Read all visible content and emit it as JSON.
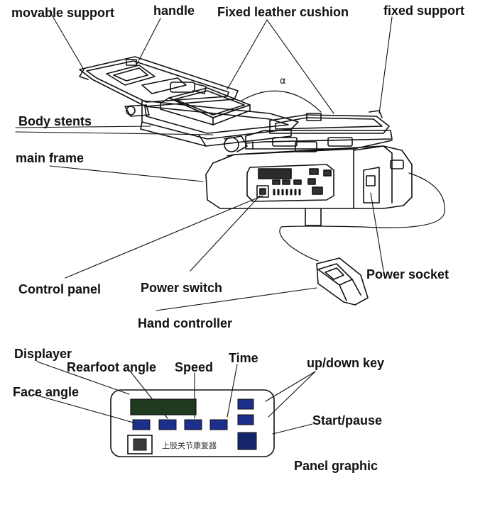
{
  "labels": {
    "movable_support": "movable support",
    "handle": "handle",
    "fixed_leather_cushion": "Fixed leather cushion",
    "fixed_support": "fixed support",
    "body_stents": "Body stents",
    "main_frame": "main frame",
    "control_panel": "Control panel",
    "power_switch": "Power switch",
    "power_socket": "Power socket",
    "hand_controller": "Hand controller",
    "alpha": "α"
  },
  "panel_labels": {
    "displayer": "Displayer",
    "rearfoot_angle": "Rearfoot angle",
    "speed": "Speed",
    "time": "Time",
    "up_down_key": "up/down key",
    "face_angle": "Face angle",
    "start_pause": "Start/pause",
    "panel_graphic": "Panel graphic",
    "device_name": "上肢关节康复器"
  },
  "colors": {
    "line": "#111111",
    "display": "#1f3a1f",
    "key": "#1c2f8c",
    "start": "#16266e"
  }
}
